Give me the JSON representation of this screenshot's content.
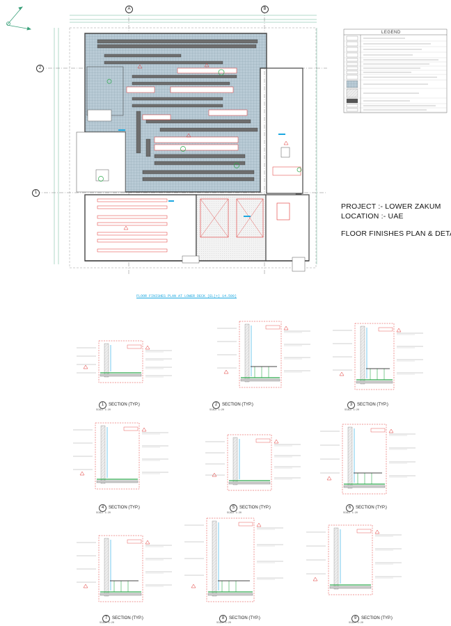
{
  "project": {
    "project_line": "PROJECT :- LOWER ZAKUM",
    "location_line": "LOCATION :- UAE",
    "drawing_title": "FLOOR FINISHES PLAN & DETAILS"
  },
  "legend": {
    "title": "LEGEND"
  },
  "plan": {
    "caption": "FLOOR FINISHES PLAN AT LOWER DECK (EL(+) 14.500)",
    "grid_labels": [
      "A",
      "B",
      "1",
      "2"
    ]
  },
  "sections": [
    {
      "number": "1",
      "label": "SECTION (TYP.)",
      "scale": "SCALE 1:20"
    },
    {
      "number": "2",
      "label": "SECTION (TYP.)",
      "scale": "SCALE 1:20"
    },
    {
      "number": "3",
      "label": "SECTION (TYP.)",
      "scale": "SCALE 1:20"
    },
    {
      "number": "4",
      "label": "SECTION (TYP.)",
      "scale": "SCALE 1:20"
    },
    {
      "number": "5",
      "label": "SECTION (TYP.)",
      "scale": "SCALE 1:20"
    },
    {
      "number": "6",
      "label": "SECTION (TYP.)",
      "scale": "SCALE 1:20"
    },
    {
      "number": "7",
      "label": "SECTION (TYP.)",
      "scale": "SCALE 1:20"
    },
    {
      "number": "8",
      "label": "SECTION (TYP.)",
      "scale": "SCALE 1:20"
    },
    {
      "number": "9",
      "label": "SECTION (TYP.)",
      "scale": "SCALE 1:20"
    }
  ],
  "colors": {
    "tile_fill": "#b9cbd6",
    "tile_grid": "#7f98a8",
    "wall": "#555555",
    "equipment": "#6e6e6e",
    "red_marking": "#e0312f",
    "green_marking": "#2aa84a",
    "cyan_marking": "#1aa7e0",
    "hatch_grey": "#cfcfcf"
  }
}
